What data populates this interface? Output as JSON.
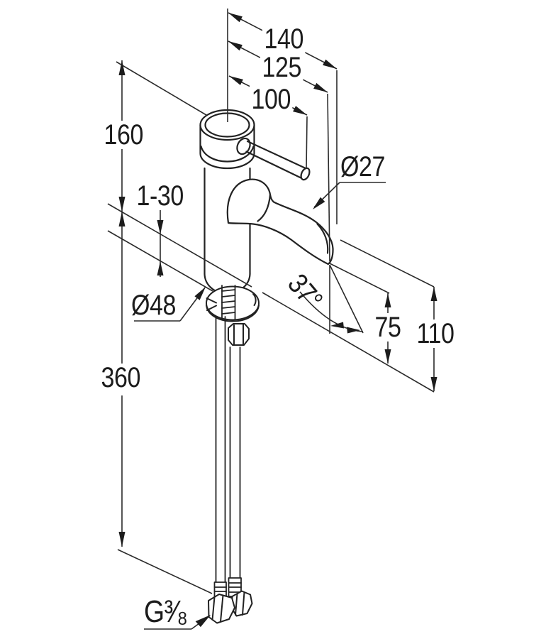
{
  "meta": {
    "drawing_type": "faucet installation dimension drawing",
    "background_color": "#ffffff",
    "line_color": "#222222",
    "dim_line_color": "#2b2b2b",
    "text_color": "#1c1c1c"
  },
  "dims": {
    "d140": {
      "label": "140",
      "meaning": "overall spout projection"
    },
    "d125": {
      "label": "125",
      "meaning": "spout projection to outlet"
    },
    "d100": {
      "label": "100",
      "meaning": "lever handle projection"
    },
    "d160": {
      "label": "160",
      "meaning": "body height above deck"
    },
    "d1_30": {
      "label": "1-30",
      "meaning": "deck mounting thickness range"
    },
    "dia27": {
      "label": "Ø27",
      "meaning": "spout tube diameter"
    },
    "dia48": {
      "label": "Ø48",
      "meaning": "base diameter"
    },
    "a37": {
      "label": "37°",
      "meaning": "spout outlet angle"
    },
    "d75": {
      "label": "75",
      "meaning": "outlet height above deck"
    },
    "d110": {
      "label": "110",
      "meaning": "spout tip height above deck"
    },
    "d360": {
      "label": "360",
      "meaning": "supply hose length"
    },
    "g38": {
      "label": "G³⁄₈",
      "meaning": "supply connection thread"
    }
  },
  "figure": {
    "parts": [
      "cartridge-cap",
      "lever-handle",
      "faucet-body",
      "curved-spout",
      "threaded-shank",
      "mounting-clamp",
      "mounting-nut",
      "supply-hoses",
      "hose-crimp-collars",
      "hose-elbow-connectors"
    ]
  }
}
